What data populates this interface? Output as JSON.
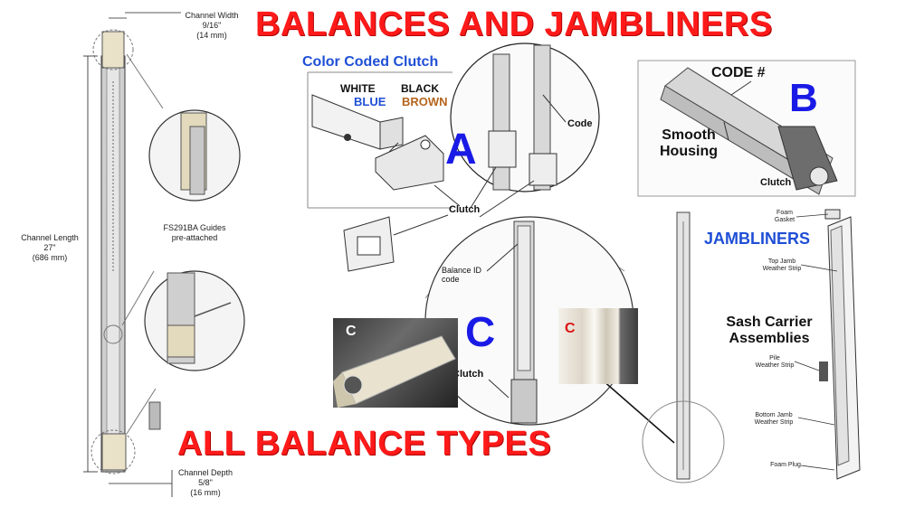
{
  "titles": {
    "main": "BALANCES AND JAMBLINERS",
    "sub": "ALL BALANCE TYPES"
  },
  "left_balance": {
    "channel_width": [
      "Channel Width",
      "9/16\"",
      "(14 mm)"
    ],
    "channel_length": [
      "Channel Length",
      "27\"",
      "(686 mm)"
    ],
    "channel_depth": [
      "Channel Depth",
      "5/8\"",
      "(16 mm)"
    ],
    "guides": [
      "FS291BA Guides",
      "pre-attached"
    ]
  },
  "panel_a": {
    "heading": "Color Coded Clutch",
    "white": "WHITE",
    "blue": "BLUE",
    "black": "BLACK",
    "brown": "BROWN",
    "letter": "A",
    "code": "Code",
    "clutch": "Clutch"
  },
  "panel_b": {
    "code": "CODE #",
    "letter": "B",
    "smooth_housing": [
      "Smooth",
      "Housing"
    ],
    "clutch": "Clutch"
  },
  "panel_c": {
    "letter": "C",
    "balance_id": [
      "Balance ID",
      "code"
    ],
    "clutch": "Clutch",
    "photo_c_left": "C",
    "photo_c_right": "C"
  },
  "jambliners": {
    "heading": "JAMBLINERS",
    "sash_carrier": [
      "Sash Carrier",
      "Assemblies"
    ],
    "foam_gasket": [
      "Foam",
      "Gasket"
    ],
    "top_jamb": [
      "Top Jamb",
      "Weather Strip"
    ],
    "pile": [
      "Pile",
      "Weather Strip"
    ],
    "bottom_jamb": [
      "Bottom Jamb",
      "Weather Strip"
    ],
    "foam_plug": "Foam Plug"
  },
  "colors": {
    "title_red": "#ff1a1a",
    "letter_blue": "#1a1ae6",
    "brown": "#b5651d",
    "blue_text": "#1f4fd6"
  }
}
